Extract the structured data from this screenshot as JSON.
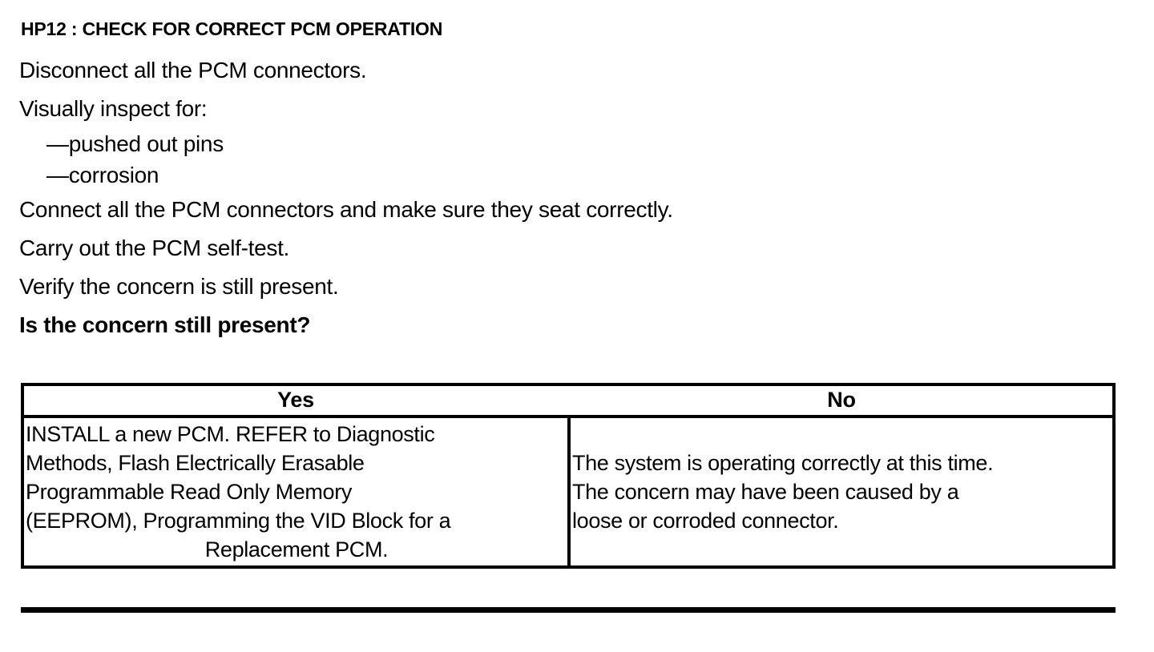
{
  "document": {
    "title": "HP12 : CHECK FOR CORRECT PCM OPERATION",
    "steps": [
      {
        "text": "Disconnect all the PCM connectors.",
        "bold": false
      },
      {
        "text": "Visually inspect for:",
        "bold": false
      }
    ],
    "sub_items": [
      "—pushed out pins",
      "—corrosion"
    ],
    "steps_after": [
      {
        "text": "Connect all the PCM connectors and make sure they seat correctly.",
        "bold": false
      },
      {
        "text": "Carry out the PCM self-test.",
        "bold": false
      },
      {
        "text": "Verify the concern is still present.",
        "bold": false
      },
      {
        "text": "Is the concern still present?",
        "bold": true
      }
    ],
    "question": "Is the concern still present?"
  },
  "decision_table": {
    "headers": {
      "yes": "Yes",
      "no": "No"
    },
    "yes_cell": {
      "full_text": "INSTALL a new PCM. REFER to Diagnostic Methods, Flash Electrically Erasable Programmable Read Only Memory (EEPROM), Programming the VID Block for a Replacement PCM.",
      "lines": [
        "INSTALL a new PCM. REFER to Diagnostic",
        "Methods, Flash Electrically Erasable",
        " Programmable Read Only Memory",
        "(EEPROM), Programming the VID Block for a",
        "Replacement PCM."
      ]
    },
    "no_cell": {
      "full_text": "The system is operating correctly at this time. The concern may have been caused by a loose or corroded connector.",
      "lines": [
        "The system is operating correctly at this time.",
        "The concern may have been caused by a",
        "loose or corroded connector."
      ]
    }
  },
  "colors": {
    "ink": "#000000",
    "paper": "#ffffff"
  }
}
